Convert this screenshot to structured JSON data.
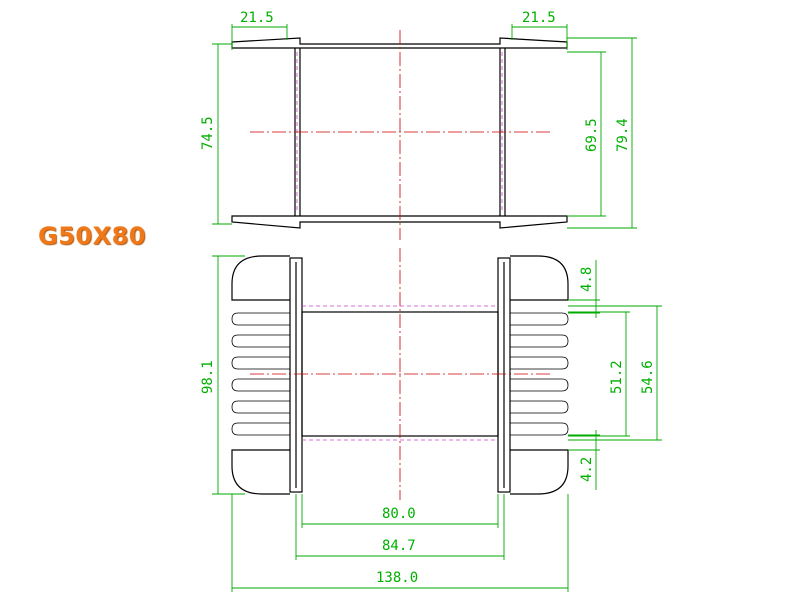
{
  "model_label": "G50X80",
  "colors": {
    "outline": "#000000",
    "dimension": "#00aa00",
    "dimension_text": "#00b000",
    "center_line": "#cc0000",
    "hidden_line": "#cc44cc",
    "label": "#f07818"
  },
  "dimensions": {
    "flange_left_width": "21.5",
    "flange_right_width": "21.5",
    "side_height_outer": "74.5",
    "side_inner_height": "69.5",
    "side_total_height": "79.4",
    "top_view_height": "98.1",
    "slot_gap_top": "4.8",
    "slot_gap_bottom": "4.2",
    "core_window": "51.2",
    "core_outer": "54.6",
    "body_width_80": "80.0",
    "body_width_847": "84.7",
    "overall_width": "138.0"
  }
}
